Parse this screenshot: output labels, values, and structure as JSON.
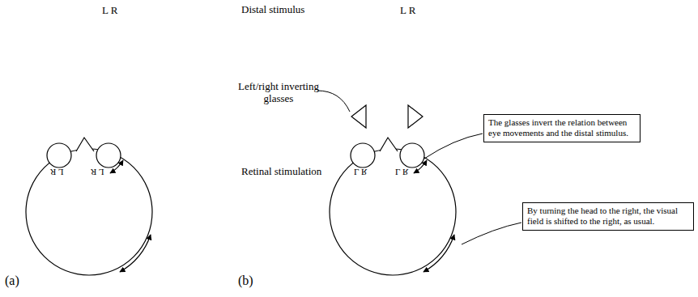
{
  "diagram": {
    "nodes": [
      {
        "text": [
          "The glasses invert the relation between eye movements and the distal stimulus."
        ]
      },
      {
        "text": [
          "By turning the head to the right, the visual field is shifted to the right, as usual."
        ]
      }
    ],
    "labels": [
      "L R",
      "Distal stimulus",
      "L R",
      "Left/right inverting glasses",
      "Retinal stimulation",
      "L R",
      "L R",
      "L R",
      "L R",
      "(a)",
      "(b)"
    ]
  }
}
